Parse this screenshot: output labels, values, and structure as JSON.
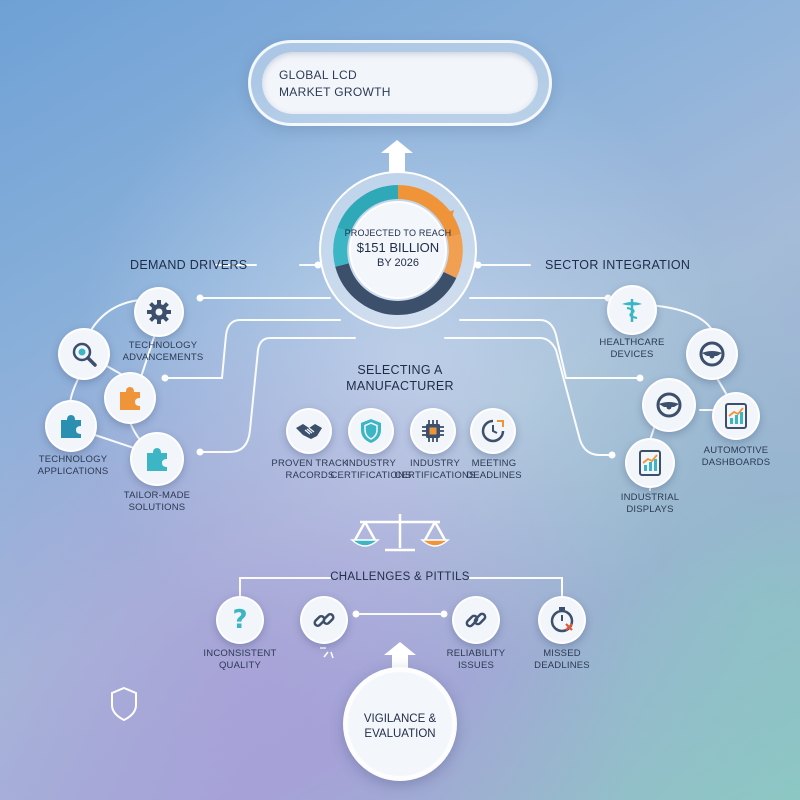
{
  "title": {
    "line1": "GLOBAL LCD",
    "line2": "MARKET GROWTH"
  },
  "center": {
    "line1": "PROJECTED TO REACH",
    "line2": "$151 BILLION",
    "line3": "BY 2026"
  },
  "demand_drivers": {
    "heading": "DEMAND DRIVERS",
    "items": [
      {
        "label": "TECHNOLOGY ADVANCEMENTS",
        "icon": "gear-icon"
      },
      {
        "label": "",
        "icon": "magnifier-gear-icon"
      },
      {
        "label": "",
        "icon": "puzzle-icon"
      },
      {
        "label": "TECHNOLOGY APPLICATIONS",
        "icon": "puzzle-icon"
      },
      {
        "label": "TAILOR-MADE SOLUTIONS",
        "icon": "puzzle-icon"
      }
    ]
  },
  "sector_integration": {
    "heading": "SECTOR INTEGRATION",
    "items": [
      {
        "label": "HEALTHCARE DEVICES",
        "icon": "caduceus-icon"
      },
      {
        "label": "",
        "icon": "steering-wheel-icon"
      },
      {
        "label": "",
        "icon": "steering-wheel-icon"
      },
      {
        "label": "AUTOMOTIVE DASHBOARDS",
        "icon": "chart-tablet-icon"
      },
      {
        "label": "INDUSTRIAL DISPLAYS",
        "icon": "chart-tablet-icon"
      }
    ]
  },
  "manufacturer": {
    "heading_line1": "SELECTING A",
    "heading_line2": "MANUFACTURER",
    "items": [
      {
        "label": "PROVEN TRACK RACORDS",
        "icon": "handshake-icon"
      },
      {
        "label": "INDUSTRY CERTIFICATIONS",
        "icon": "shield-icon"
      },
      {
        "label": "INDUSTRY CERTIFICATIONS",
        "icon": "chip-icon"
      },
      {
        "label": "MEETING DEADLINES",
        "icon": "clock-icon"
      }
    ]
  },
  "challenges": {
    "heading": "CHALLENGES & PITTILS",
    "items": [
      {
        "label": "INCONSISTENT QUALITY",
        "icon": "question-icon"
      },
      {
        "label": "",
        "icon": "broken-link-icon"
      },
      {
        "label": "RELIABILITY ISSUES",
        "icon": "link-icon"
      },
      {
        "label": "MISSED DEADLINES",
        "icon": "stopwatch-x-icon"
      }
    ]
  },
  "vigilance": {
    "line1": "VIGILANCE &",
    "line2": "EVALUATION"
  },
  "colors": {
    "teal": "#3cb6c4",
    "orange": "#f0943a",
    "navy": "#3c4f6b"
  }
}
